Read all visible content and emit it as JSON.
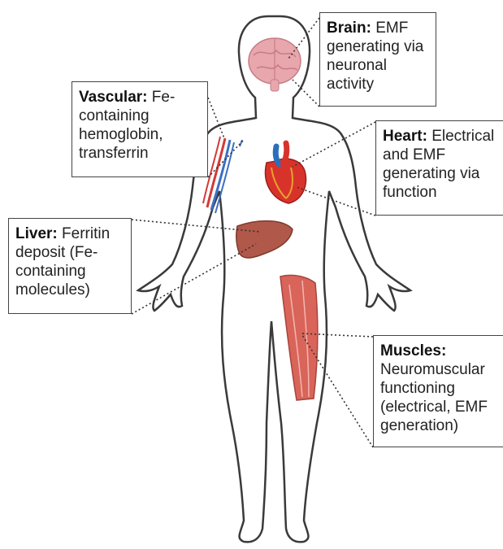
{
  "callouts": {
    "brain": {
      "title": "Brain:",
      "text": "EMF generating via neuronal activity"
    },
    "vascular": {
      "title": "Vascular:",
      "text": "Fe-containing hemoglobin, transferrin"
    },
    "heart": {
      "title": "Heart:",
      "text": "Electrical and EMF generating via function"
    },
    "liver": {
      "title": "Liver:",
      "text": "Ferritin deposit (Fe-containing molecules)"
    },
    "muscles": {
      "title": "Muscles:",
      "text": "Neuromuscular functioning (electrical, EMF generation)"
    }
  },
  "colors": {
    "body_outline": "#3a3a3a",
    "brain": "#e8a7ad",
    "liver": "#b0584a",
    "heart_red": "#d8332b",
    "heart_blue": "#2a6fbd",
    "muscle": "#d9645a",
    "vessel_red": "#d23a36",
    "vessel_blue": "#3d6fc4",
    "leader_line": "#333333"
  }
}
